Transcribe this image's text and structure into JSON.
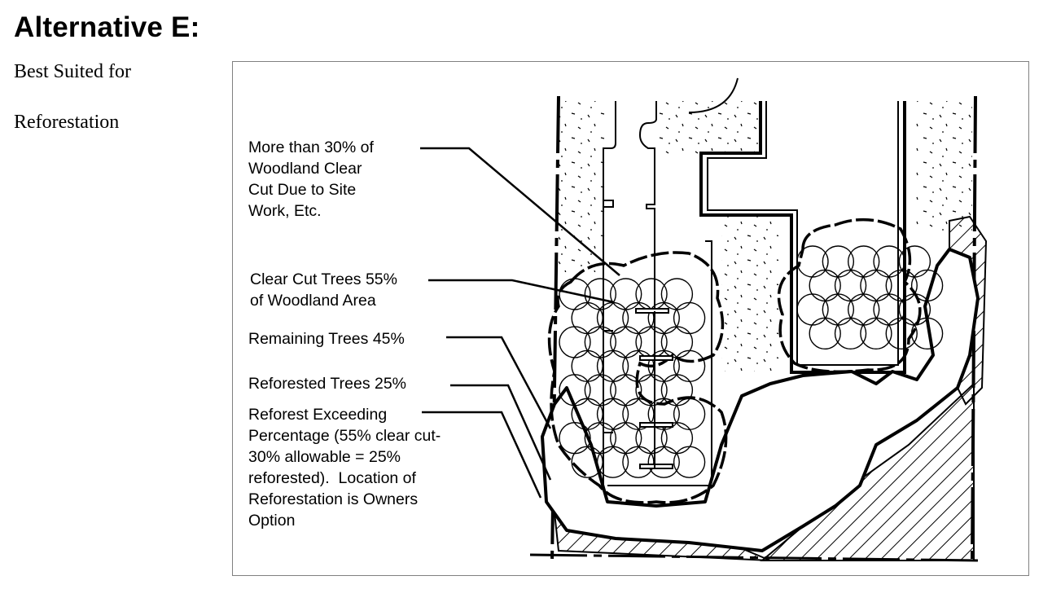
{
  "heading": "Alternative E:",
  "subtitle_lines": [
    "Best Suited for",
    "Reforestation"
  ],
  "figure": {
    "callouts": [
      {
        "id": "clear-cut-allowance",
        "lines": [
          "More than 30% of",
          "Woodland Clear",
          "Cut Due to Site",
          "Work, Etc."
        ]
      },
      {
        "id": "clear-cut-trees",
        "lines": [
          "Clear Cut Trees 55%",
          "of Woodland Area"
        ]
      },
      {
        "id": "remaining-trees",
        "lines": [
          "Remaining Trees 45%"
        ]
      },
      {
        "id": "reforested-trees",
        "lines": [
          "Reforested Trees 25%"
        ]
      },
      {
        "id": "reforest-exceeding",
        "lines": [
          "Reforest Exceeding",
          "Percentage (55% clear cut-",
          "30% allowable = 25%",
          "reforested).  Location of",
          "Reforestation is Owners",
          "Option"
        ]
      }
    ],
    "values": {
      "clear_cut_allowable_percent": 30,
      "clear_cut_percent": 55,
      "remaining_percent": 45,
      "reforested_percent": 25
    }
  }
}
